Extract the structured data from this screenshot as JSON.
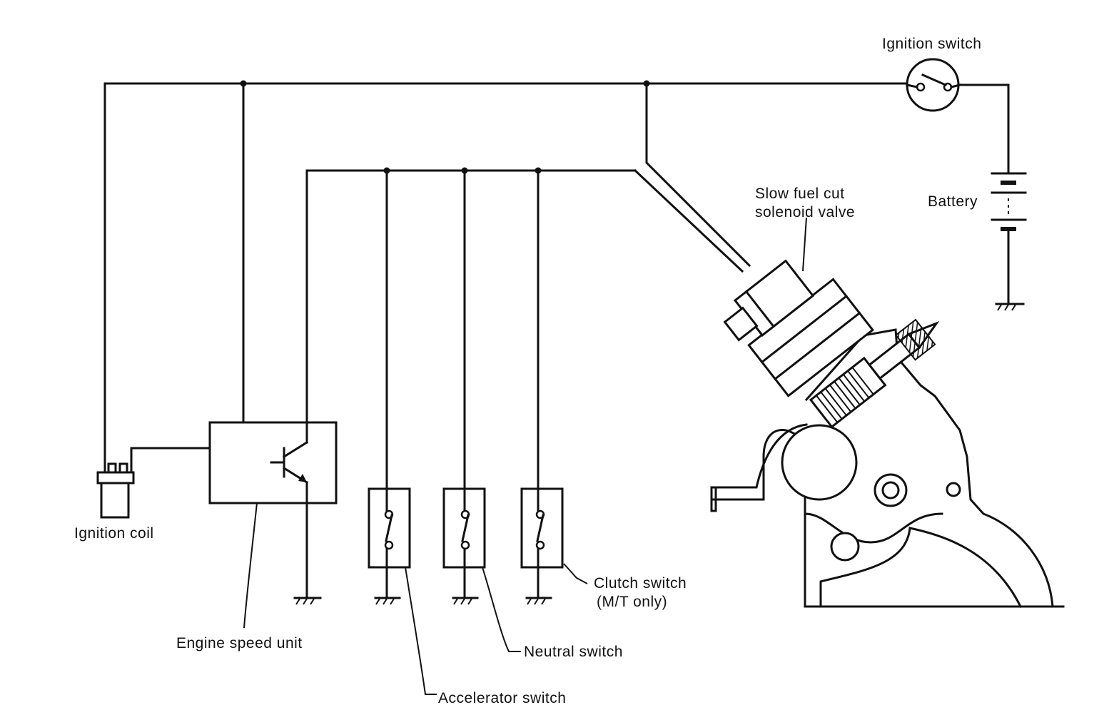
{
  "labels": {
    "ignition_switch": "Ignition switch",
    "battery": "Battery",
    "solenoid_line1": "Slow fuel cut",
    "solenoid_line2": "solenoid valve",
    "ignition_coil": "Ignition coil",
    "engine_speed_unit": "Engine speed unit",
    "accelerator_switch": "Accelerator switch",
    "neutral_switch": "Neutral switch",
    "clutch_line1": "Clutch switch",
    "clutch_line2": "(M/T only)"
  },
  "colors": {
    "line": "#111111",
    "background": "#ffffff"
  }
}
